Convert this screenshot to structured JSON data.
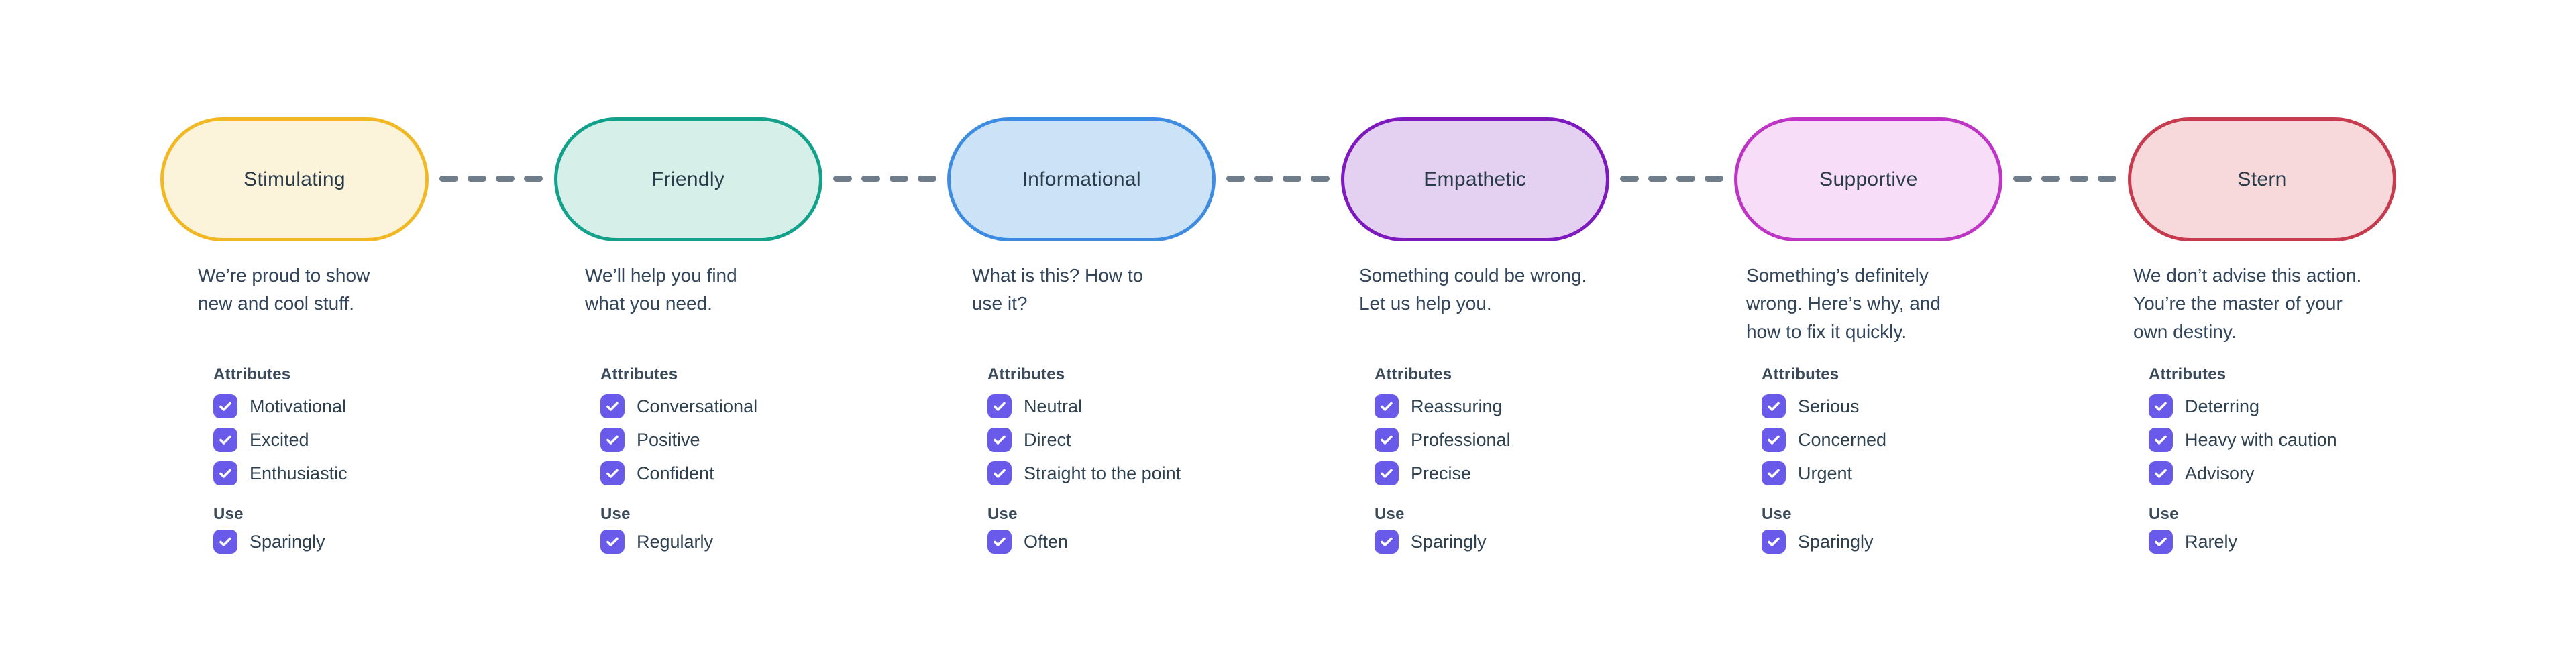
{
  "page": {
    "background_color": "#ffffff"
  },
  "headings": {
    "attributes": "Attributes",
    "use": "Use"
  },
  "connector": {
    "color": "#6f7d8b",
    "dash_count": 4
  },
  "checkbox": {
    "fill_color": "#695ae9",
    "checked": true,
    "checkmark": "check"
  },
  "tones": [
    {
      "name": "Stimulating",
      "border_color": "#f2b824",
      "fill_color": "#fcf3db",
      "description": "We’re proud to show\nnew and cool stuff.",
      "attributes": [
        "Motivational",
        "Excited",
        "Enthusiastic"
      ],
      "use": "Sparingly"
    },
    {
      "name": "Friendly",
      "border_color": "#14a18b",
      "fill_color": "#d6efe9",
      "description": "We’ll help you find\nwhat you need.",
      "attributes": [
        "Conversational",
        "Positive",
        "Confident"
      ],
      "use": "Regularly"
    },
    {
      "name": "Informational",
      "border_color": "#3d8ce2",
      "fill_color": "#cbe2f7",
      "description": "What is this? How to\nuse it?",
      "attributes": [
        "Neutral",
        "Direct",
        "Straight to the point"
      ],
      "use": "Often"
    },
    {
      "name": "Empathetic",
      "border_color": "#7e19bd",
      "fill_color": "#e4d1f1",
      "description": "Something could be wrong.\nLet us help you.",
      "attributes": [
        "Reassuring",
        "Professional",
        "Precise"
      ],
      "use": "Sparingly"
    },
    {
      "name": "Supportive",
      "border_color": "#be35c6",
      "fill_color": "#f7ddf7",
      "description": "Something’s definitely\nwrong. Here’s why, and\nhow to fix it quickly.",
      "attributes": [
        "Serious",
        "Concerned",
        "Urgent"
      ],
      "use": "Sparingly"
    },
    {
      "name": "Stern",
      "border_color": "#c63b4d",
      "fill_color": "#f7d9db",
      "description": "We don’t advise this action.\nYou’re the master of your\nown destiny.",
      "attributes": [
        "Deterring",
        "Heavy with caution",
        "Advisory"
      ],
      "use": "Rarely"
    }
  ]
}
